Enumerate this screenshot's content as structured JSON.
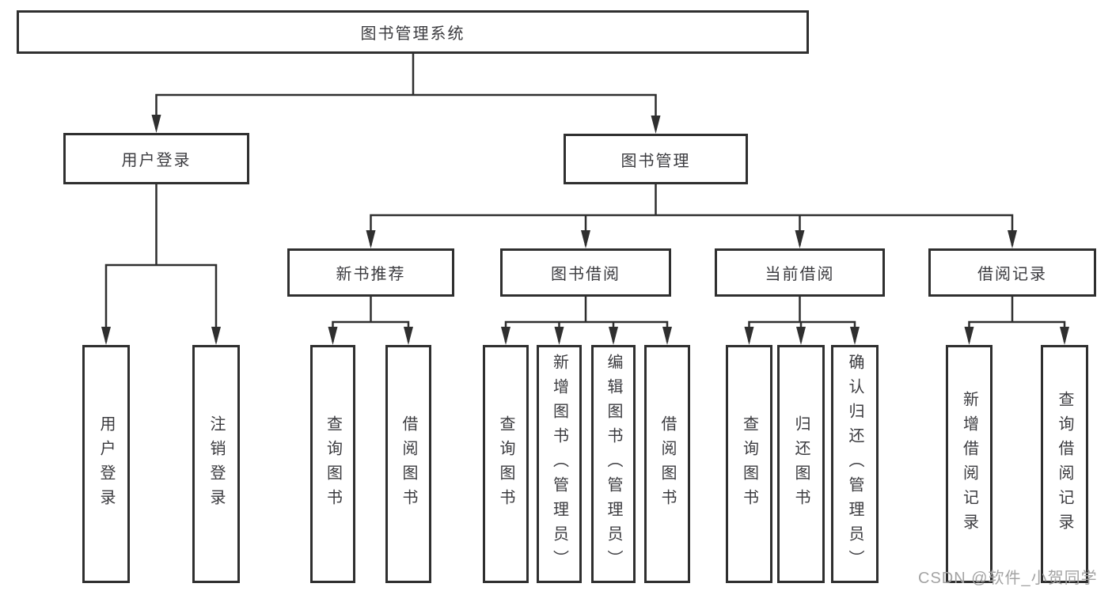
{
  "diagram_type": "hierarchy-tree",
  "colors": {
    "line": "#2f2f2f",
    "box_border": "#2f2f2f",
    "box_fill": "#ffffff",
    "text": "#3b3b3f",
    "watermark": "#a3a3a3",
    "background": "#ffffff"
  },
  "tree": {
    "label": "图书管理系统",
    "children": [
      {
        "label": "用户登录",
        "children": [
          {
            "label": "用户登录"
          },
          {
            "label": "注销登录"
          }
        ]
      },
      {
        "label": "图书管理",
        "children": [
          {
            "label": "新书推荐",
            "children": [
              {
                "label": "查询图书"
              },
              {
                "label": "借阅图书"
              }
            ]
          },
          {
            "label": "图书借阅",
            "children": [
              {
                "label": "查询图书"
              },
              {
                "label": "新增图书（管理员）"
              },
              {
                "label": "编辑图书（管理员）"
              },
              {
                "label": "借阅图书"
              }
            ]
          },
          {
            "label": "当前借阅",
            "children": [
              {
                "label": "查询图书"
              },
              {
                "label": "归还图书"
              },
              {
                "label": "确认归还（管理员）"
              }
            ]
          },
          {
            "label": "借阅记录",
            "children": [
              {
                "label": "新增借阅记录"
              },
              {
                "label": "查询借阅记录"
              }
            ]
          }
        ]
      }
    ]
  },
  "watermark": {
    "text": "CSDN @软件_小贺同学"
  }
}
